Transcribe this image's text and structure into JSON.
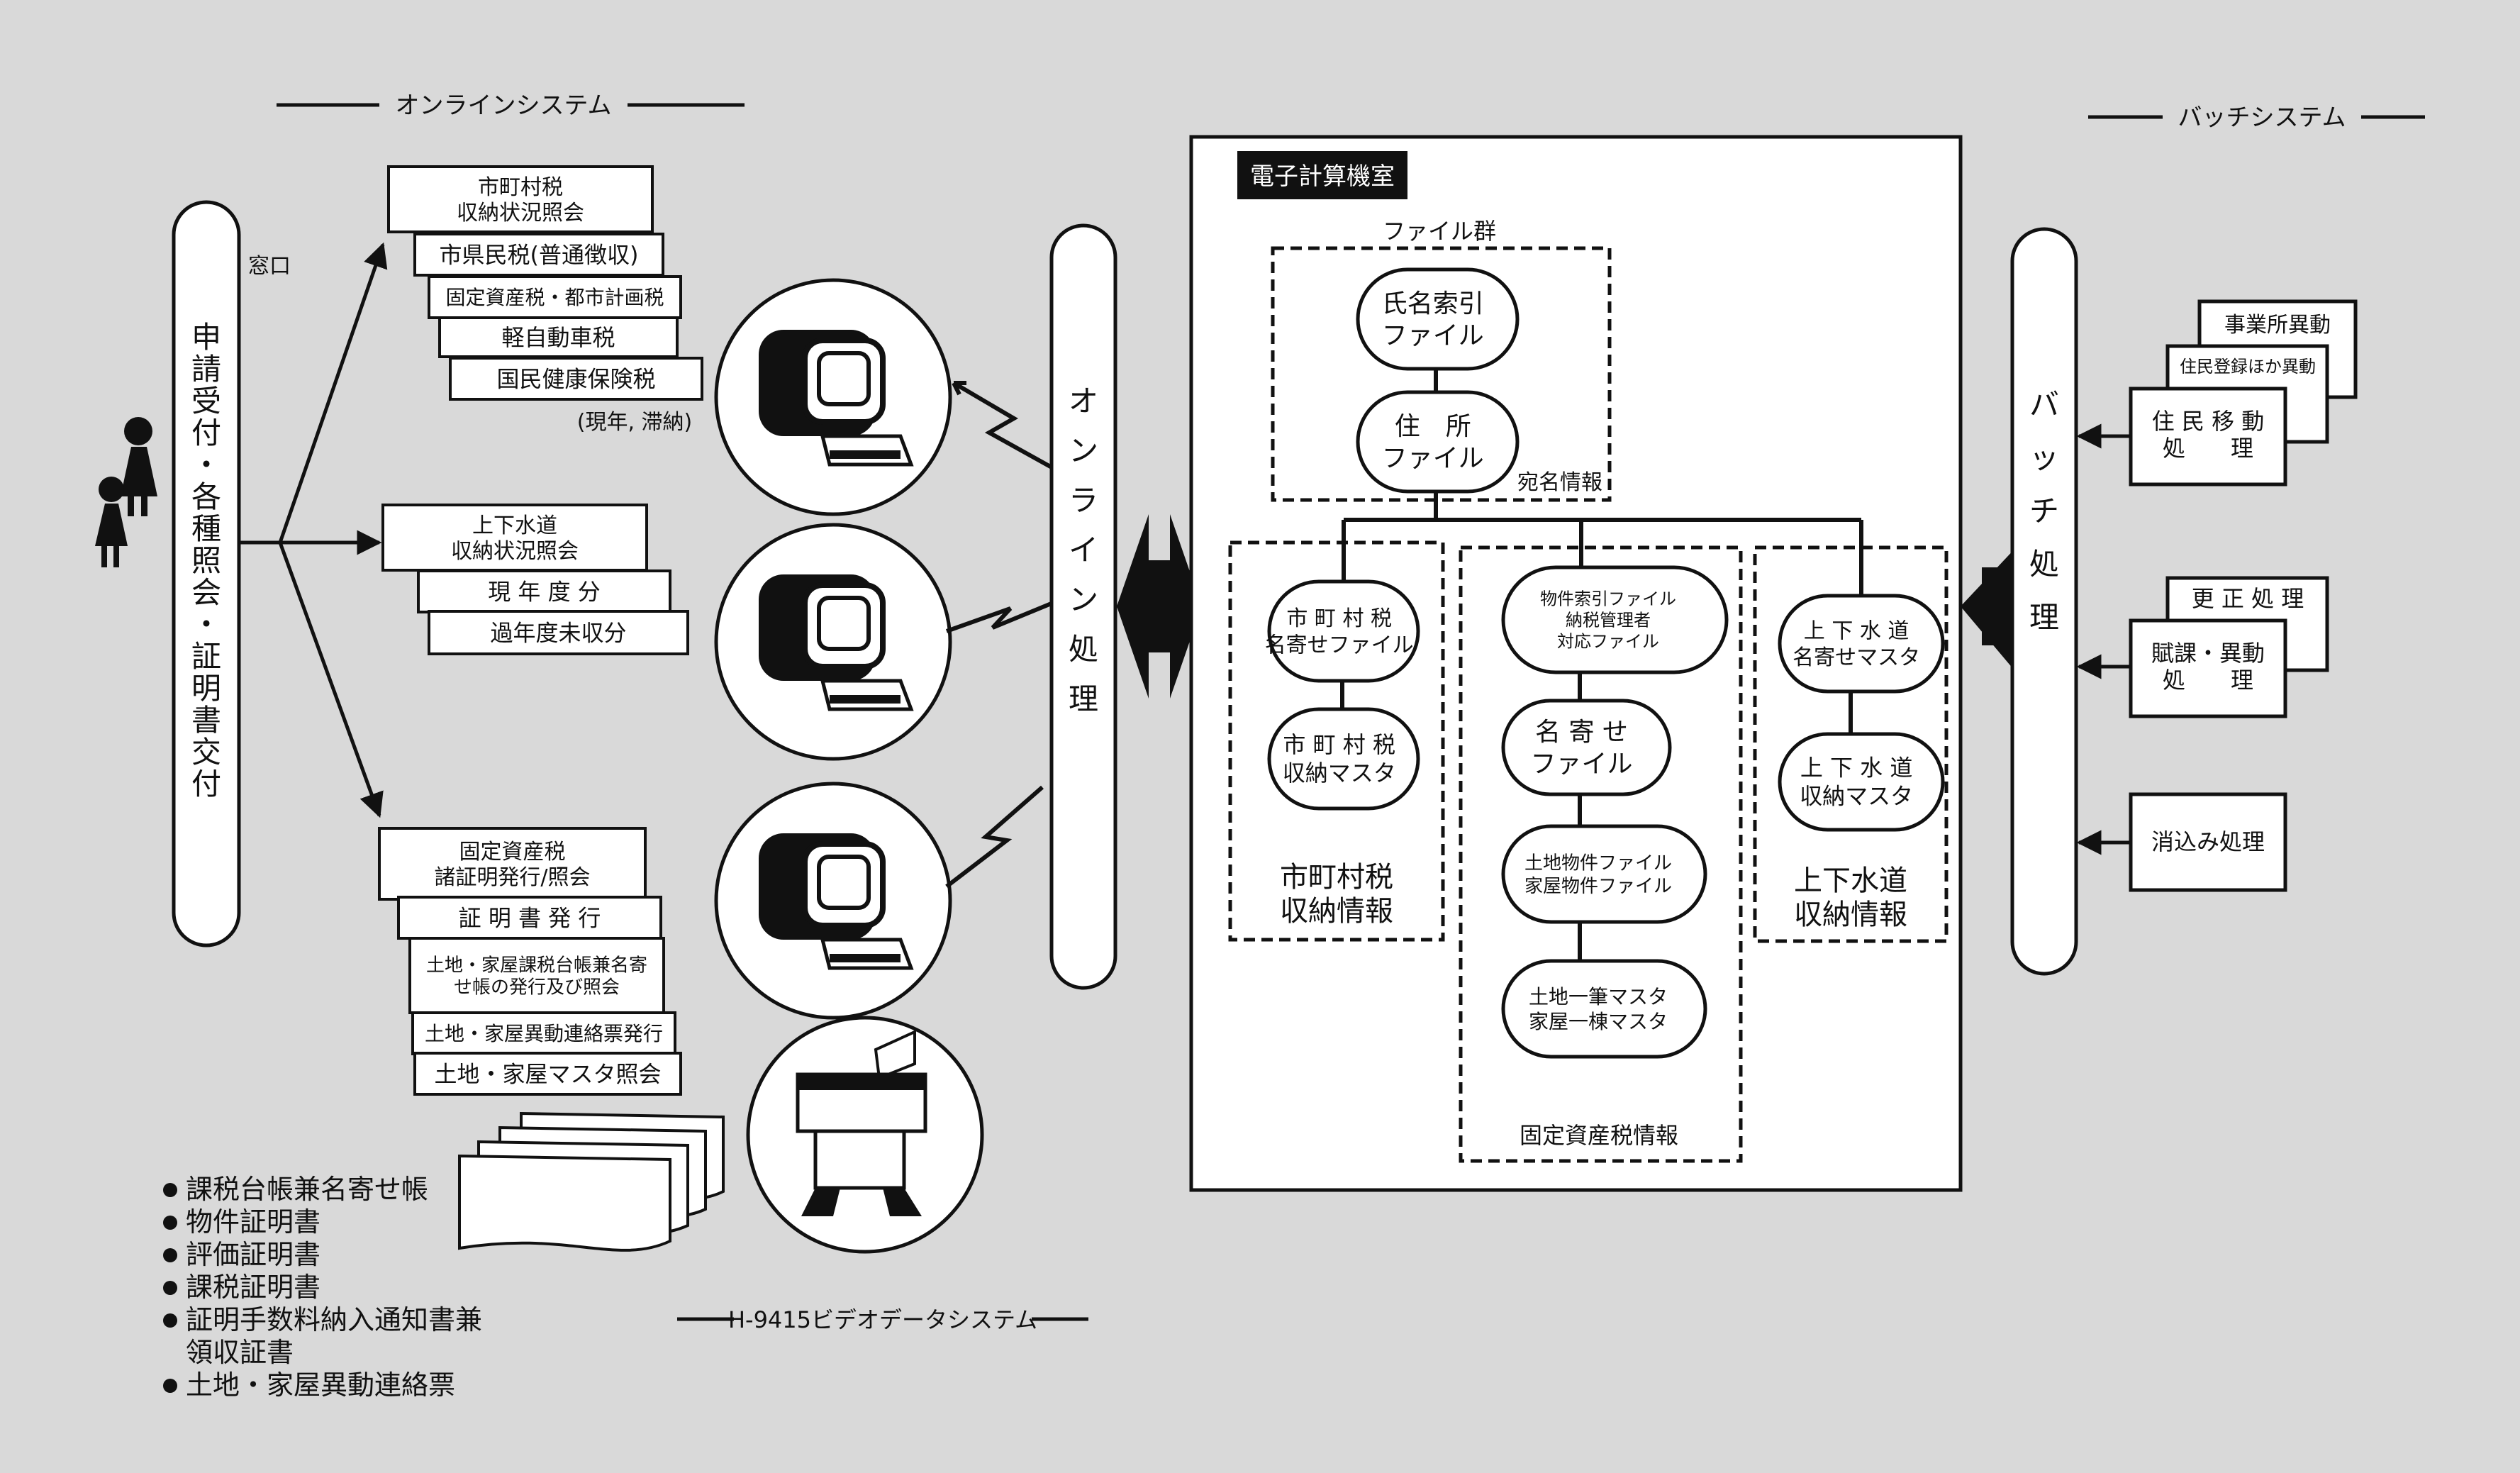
{
  "titles": {
    "online": "オンラインシステム",
    "batch": "バッチシステム",
    "video": "H-9415ビデオデータシステム"
  },
  "reception": {
    "label": "申請受付・各種照会・証明書交付",
    "window_label": "窓口"
  },
  "online_group1": [
    "市町村税\n収納状況照会",
    "市県民税(普通徴収)",
    "固定資産税・都市計画税",
    "軽自動車税",
    "国民健康保険税"
  ],
  "online_group1_note": "(現年, 滞納)",
  "online_group2": [
    "上下水道\n収納状況照会",
    "現 年 度 分",
    "過年度未収分"
  ],
  "online_group3": [
    "固定資産税\n諸証明発行/照会",
    "証 明 書 発 行",
    "土地・家屋課税台帳兼名寄\nせ帳の発行及び照会",
    "土地・家屋異動連絡票発行",
    "土地・家屋マスタ照会"
  ],
  "output_list": [
    "課税台帳兼名寄せ帳",
    "物件証明書",
    "評価証明書",
    "課税証明書",
    "証明手数料納入通知書兼\n領収証書",
    "土地・家屋異動連絡票"
  ],
  "online_processing": "オンライン処理",
  "computer_room": {
    "title": "電子計算機室",
    "file_group": "ファイル群",
    "name_index_file": "氏名索引\nファイル",
    "address_file": "住　所\nファイル",
    "address_info": "宛名情報",
    "city_tax_name_file": "市 町 村 税\n名寄せファイル",
    "city_tax_master": "市 町 村 税\n収納マスタ",
    "city_tax_info": "市町村税\n収納情報",
    "property_index_file": "物件索引ファイル\n納税管理者\n対応ファイル",
    "name_file": "名 寄 せ\nファイル",
    "land_building_file": "土地物件ファイル\n家屋物件ファイル",
    "land_building_master": "土地一筆マスタ\n家屋一棟マスタ",
    "property_tax_info": "固定資産税情報",
    "water_name_master": "上 下 水 道\n名寄せマスタ",
    "water_master": "上 下 水 道\n収納マスタ",
    "water_info": "上下水道\n収納情報"
  },
  "batch_processing": "バッチ処理",
  "batch_inputs": {
    "office_change": "事業所異動",
    "resident_registration_change": "住民登録ほか異動",
    "resident_move": "住 民 移 動\n処　　理",
    "correction": "更 正 処 理",
    "levy_change": "賦課・異動\n処　　理",
    "clearing": "消込み処理"
  }
}
